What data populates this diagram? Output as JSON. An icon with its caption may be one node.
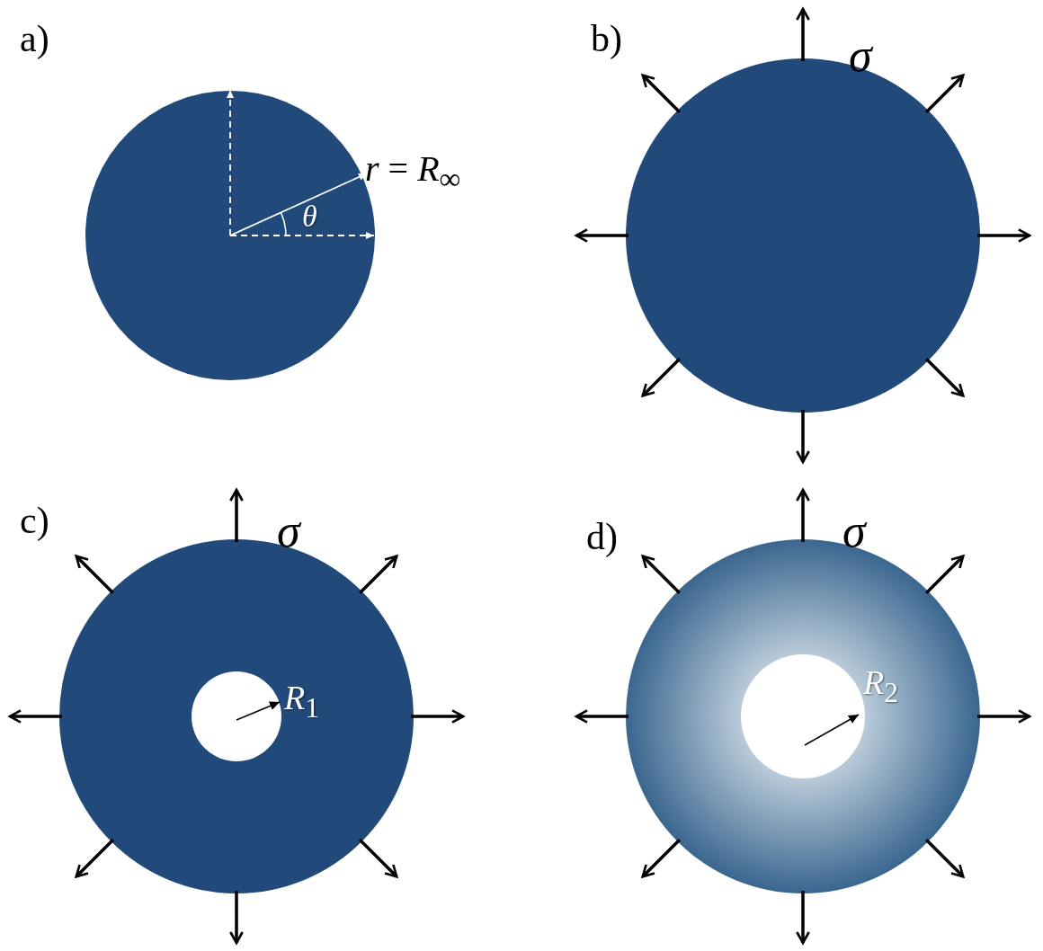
{
  "diagram": {
    "labels": [
      "a)",
      "b)",
      "σ",
      "*r* = *R*$_{∞}$",
      "*θ*",
      "c)",
      "σ",
      "d)",
      "σ",
      "*R*$_{1}$",
      "*R*$_{2}$"
    ]
  }
}
